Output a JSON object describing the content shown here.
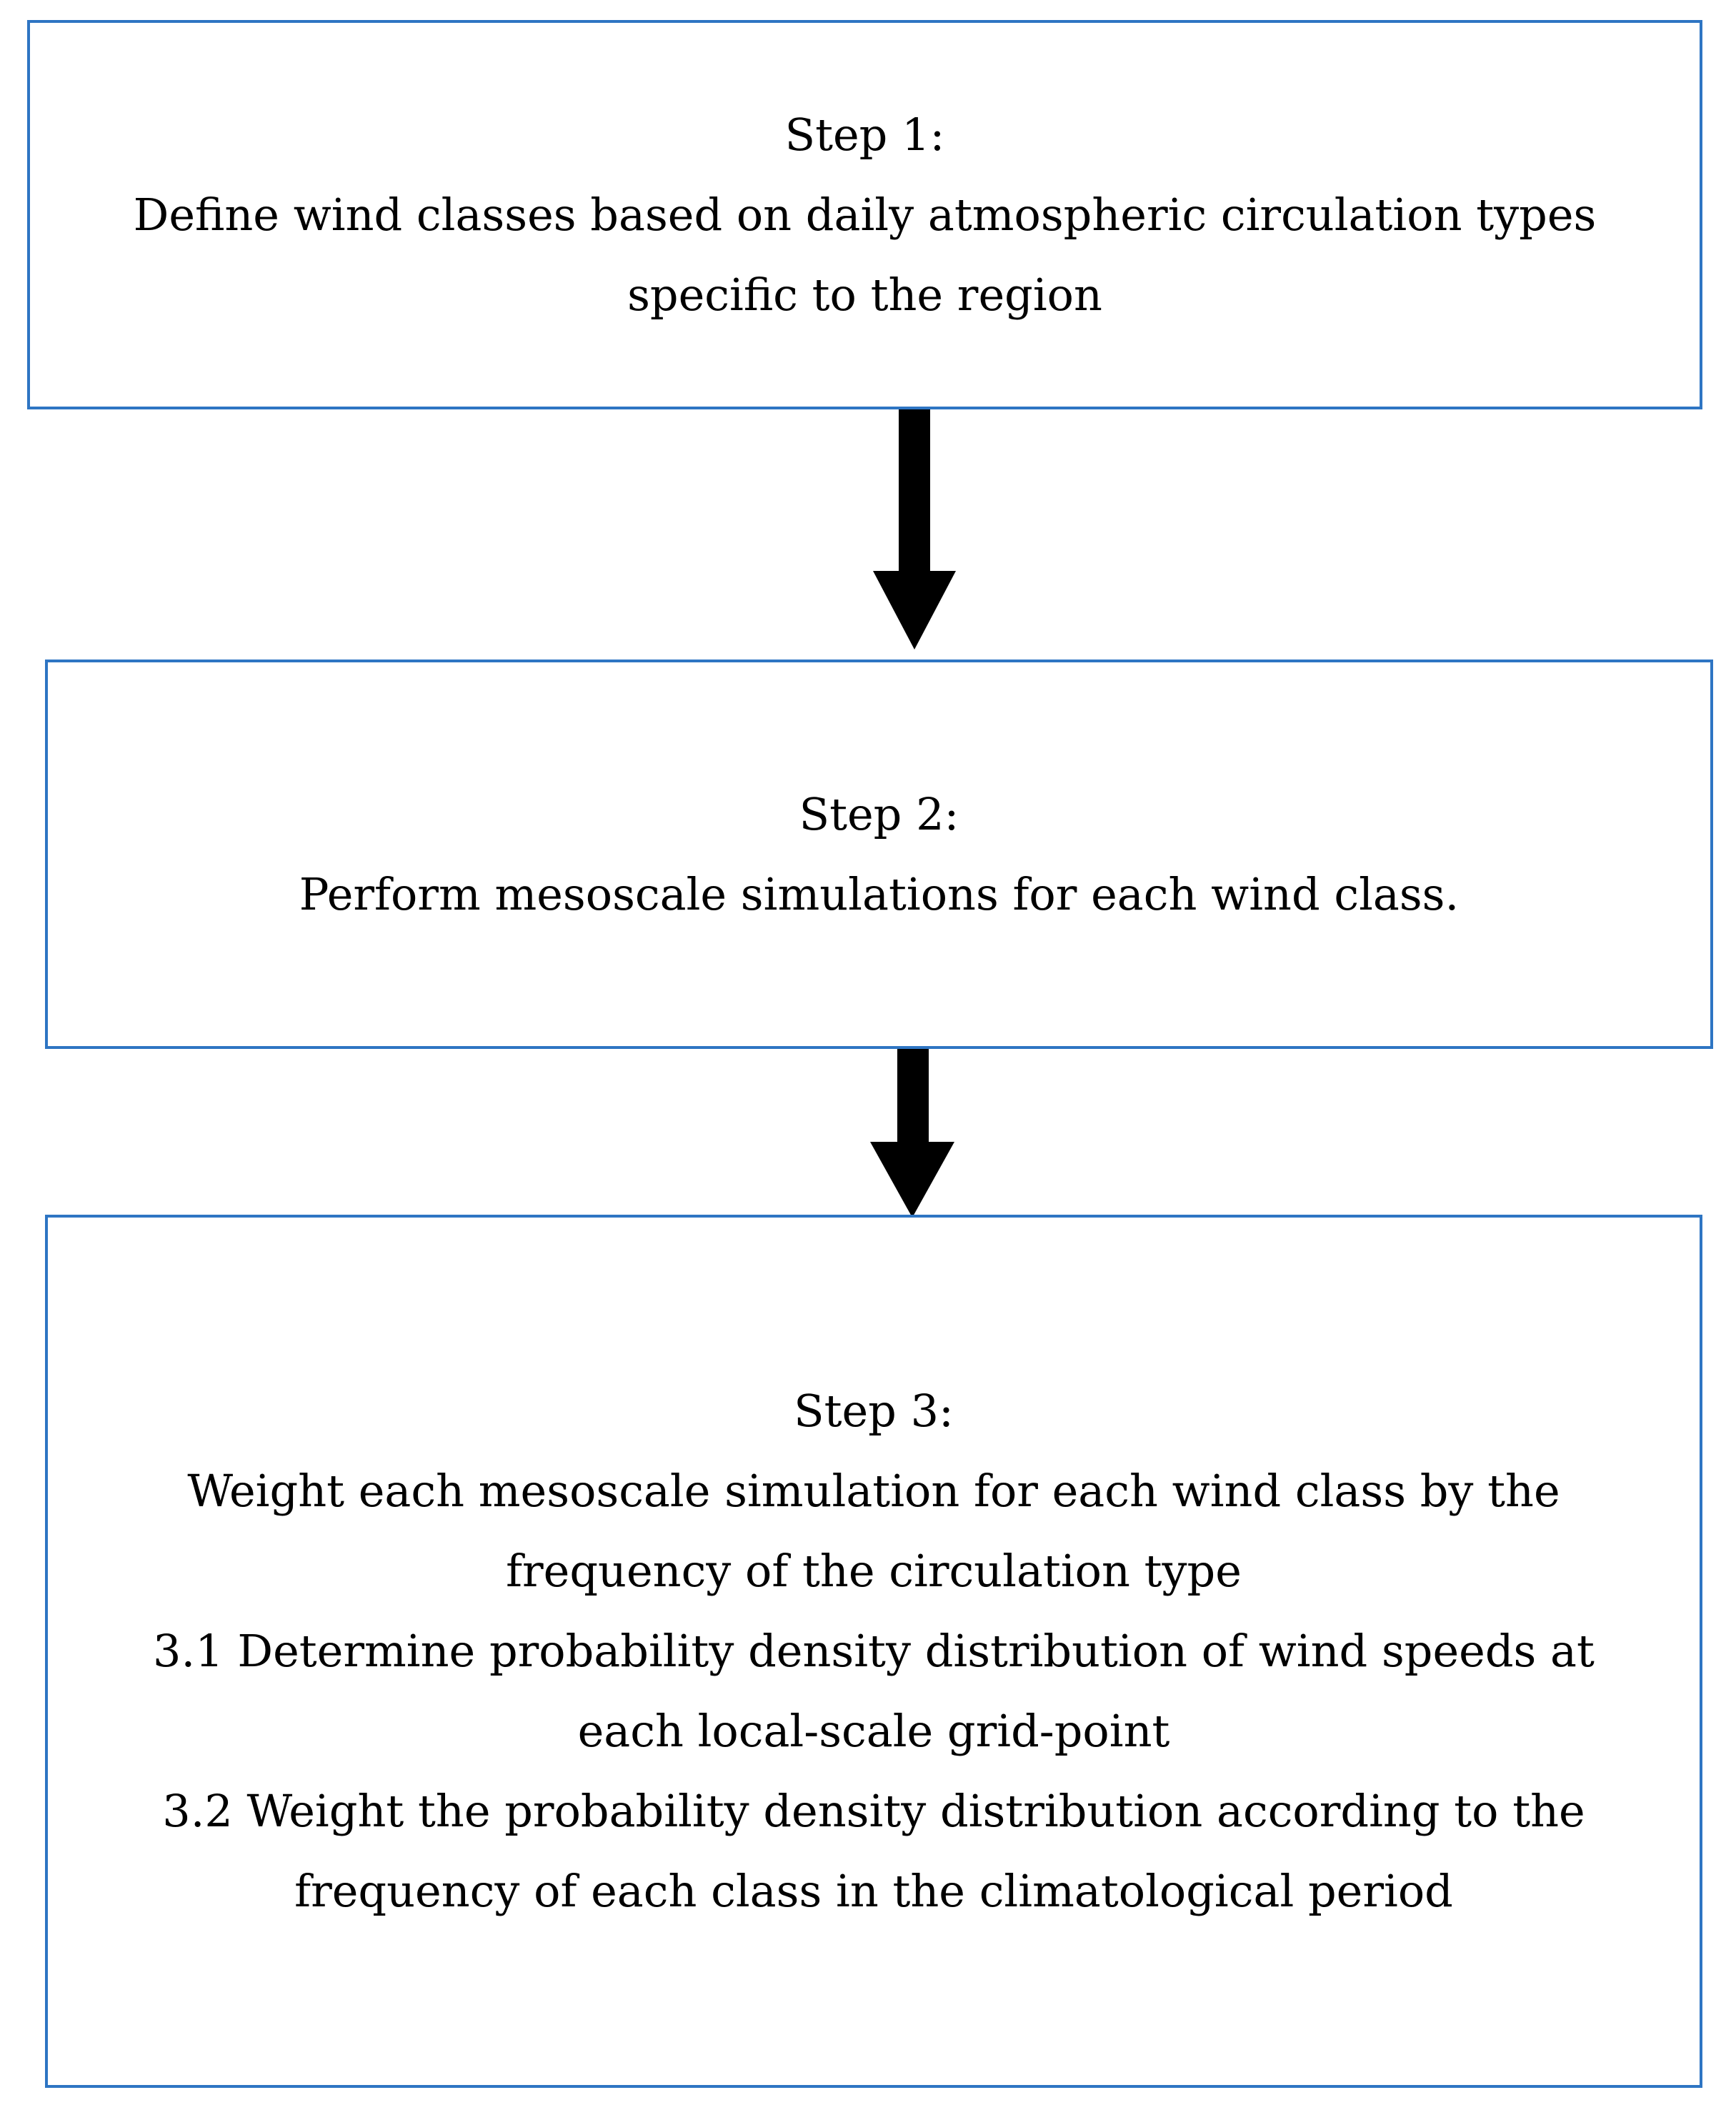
{
  "steps": [
    {
      "title": "Step 1:",
      "lines": [
        "Define wind classes based on daily atmospheric circulation types",
        "specific to the region"
      ]
    },
    {
      "title": "Step 2:",
      "lines": [
        "Perform mesoscale simulations for each wind class."
      ]
    },
    {
      "title": "Step 3:",
      "lines": [
        "Weight each mesoscale simulation for each wind class by the",
        "frequency of the circulation type",
        "3.1 Determine probability density distribution of wind speeds at",
        "each local-scale grid-point",
        "3.2 Weight the probability density distribution according to the",
        "frequency of each class in the climatological period"
      ]
    }
  ],
  "colors": {
    "box_border": "#2e75c3",
    "arrow": "#000000",
    "text": "#000000"
  }
}
